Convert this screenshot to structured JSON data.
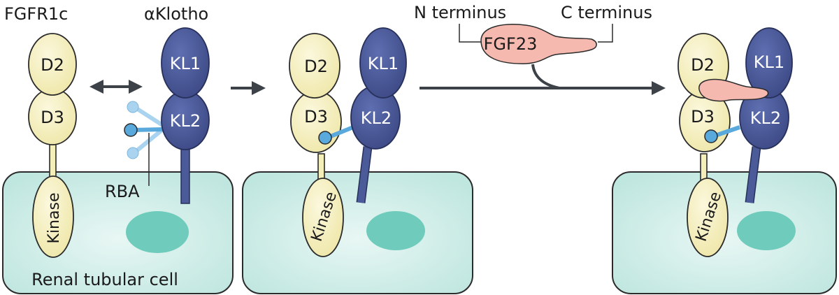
{
  "labels": {
    "fgfr1c": "FGFR1c",
    "aklotho": "αKlotho",
    "n_terminus": "N terminus",
    "c_terminus": "C terminus",
    "fgf23": "FGF23",
    "rba": "RBA",
    "renal_cell": "Renal tubular cell",
    "d2": "D2",
    "d3": "D3",
    "kl1": "KL1",
    "kl2": "KL2",
    "kinase": "Kinase"
  },
  "colors": {
    "cell_fill": "#bfe6df",
    "cell_stroke": "#2b2b2b",
    "nucleus": "#6fcbbb",
    "fgfr_fill": "#f4efb8",
    "klotho_fill": "#4b5a98",
    "klotho_stroke": "#27305a",
    "fgf23_fill": "#f6b9b0",
    "rba": "#5aa9dc",
    "rba_faded": "#a9d3ee",
    "arrow": "#3c4248"
  }
}
